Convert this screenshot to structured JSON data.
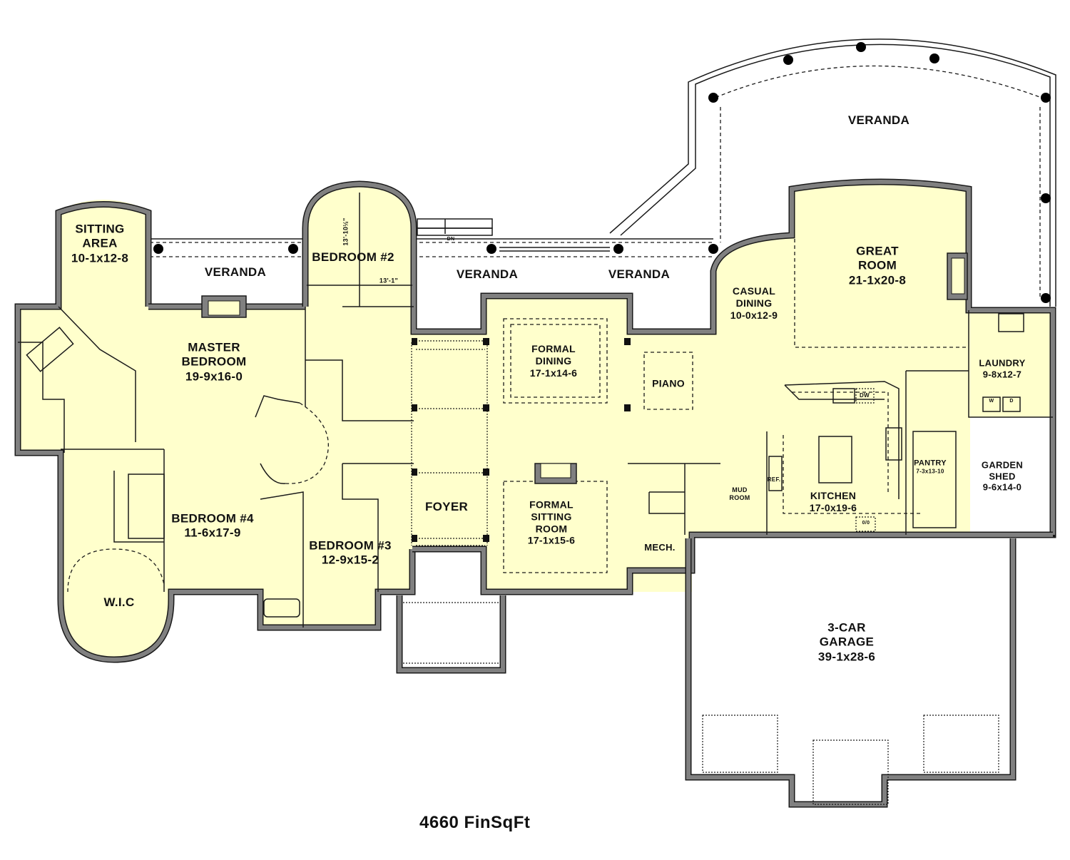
{
  "plan": {
    "title": "4660 FinSqFt",
    "colors": {
      "room_fill": "#FFFFCC",
      "wall_fill": "#808080",
      "wall_outline": "#1a1a1a",
      "exterior_fill": "#FFFFFF",
      "text": "#111111"
    },
    "rooms": [
      {
        "id": "sitting-area",
        "lines": [
          "SITTING",
          "AREA",
          "10-1x12-8"
        ]
      },
      {
        "id": "master-bedroom",
        "lines": [
          "MASTER",
          "BEDROOM",
          "19-9x16-0"
        ]
      },
      {
        "id": "bedroom-2",
        "lines": [
          "BEDROOM #2"
        ]
      },
      {
        "id": "bedroom-3",
        "lines": [
          "BEDROOM #3",
          "12-9x15-2"
        ]
      },
      {
        "id": "bedroom-4",
        "lines": [
          "BEDROOM #4",
          "11-6x17-9"
        ]
      },
      {
        "id": "wic",
        "lines": [
          "W.I.C"
        ]
      },
      {
        "id": "formal-dining",
        "lines": [
          "FORMAL",
          "DINING",
          "17-1x14-6"
        ]
      },
      {
        "id": "formal-sitting",
        "lines": [
          "FORMAL",
          "SITTING",
          "ROOM",
          "17-1x15-6"
        ]
      },
      {
        "id": "foyer",
        "lines": [
          "FOYER"
        ]
      },
      {
        "id": "piano",
        "lines": [
          "PIANO"
        ]
      },
      {
        "id": "casual-dining",
        "lines": [
          "CASUAL",
          "DINING",
          "10-0x12-9"
        ]
      },
      {
        "id": "great-room",
        "lines": [
          "GREAT",
          "ROOM",
          "21-1x20-8"
        ]
      },
      {
        "id": "laundry",
        "lines": [
          "LAUNDRY",
          "9-8x12-7"
        ]
      },
      {
        "id": "kitchen",
        "lines": [
          "KITCHEN",
          "17-0x19-6"
        ]
      },
      {
        "id": "pantry",
        "lines": [
          "PANTRY",
          "7-3x13-10"
        ]
      },
      {
        "id": "garden-shed",
        "lines": [
          "GARDEN",
          "SHED",
          "9-6x14-0"
        ]
      },
      {
        "id": "mud-room",
        "lines": [
          "MUD",
          "ROOM"
        ]
      },
      {
        "id": "mech",
        "lines": [
          "MECH."
        ]
      },
      {
        "id": "garage",
        "lines": [
          "3-CAR",
          "GARAGE",
          "39-1x28-6"
        ]
      }
    ],
    "verandas": [
      {
        "id": "veranda-master",
        "label": "VERANDA"
      },
      {
        "id": "veranda-center",
        "label": "VERANDA"
      },
      {
        "id": "veranda-east",
        "label": "VERANDA"
      },
      {
        "id": "veranda-rear",
        "label": "VERANDA"
      }
    ],
    "annotations": {
      "bed2_depth": "13'-10½\"",
      "bed2_width": "13'-1\"",
      "stair_dn": "DN",
      "dishwasher": "DW",
      "refrigerator": "REF.",
      "oven": "0/0",
      "washer": "W",
      "dryer": "D"
    }
  }
}
